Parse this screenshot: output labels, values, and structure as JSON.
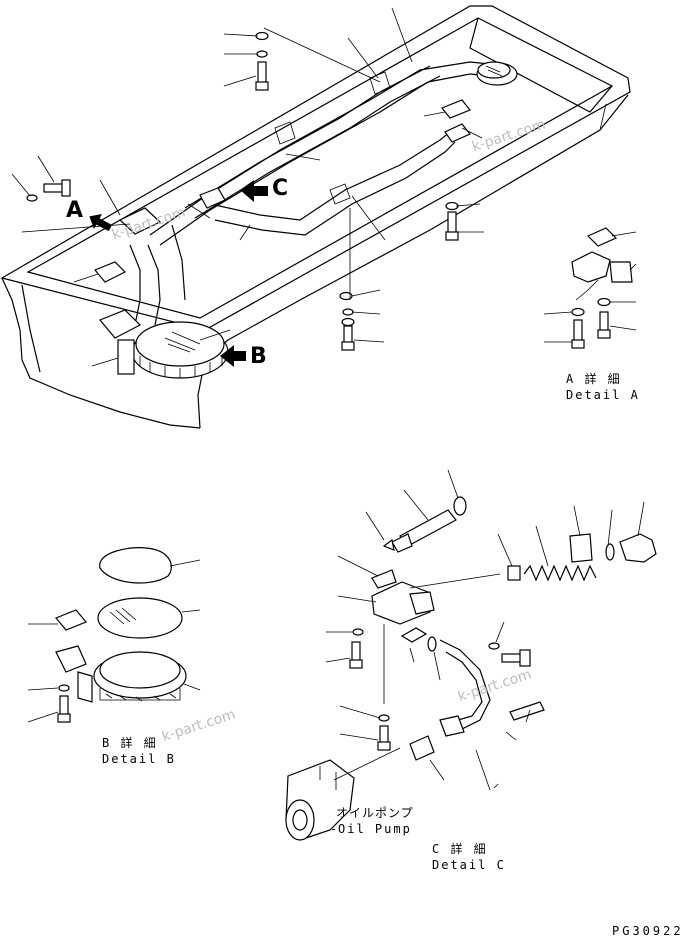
{
  "callouts": {
    "a": "A",
    "b": "B",
    "c": "C"
  },
  "details": {
    "a_jp": "A 詳 細",
    "a_en": "Detail A",
    "b_jp": "B 詳 細",
    "b_en": "Detail B",
    "c_jp": "C 詳 細",
    "c_en": "Detail C"
  },
  "oil_pump": {
    "jp": "オイルポンプ",
    "en": "Oil Pump"
  },
  "drawing_no": "PG30922",
  "watermarks": [
    "k-part.com",
    "k-part.com",
    "k-part.com",
    "k-part.com"
  ]
}
